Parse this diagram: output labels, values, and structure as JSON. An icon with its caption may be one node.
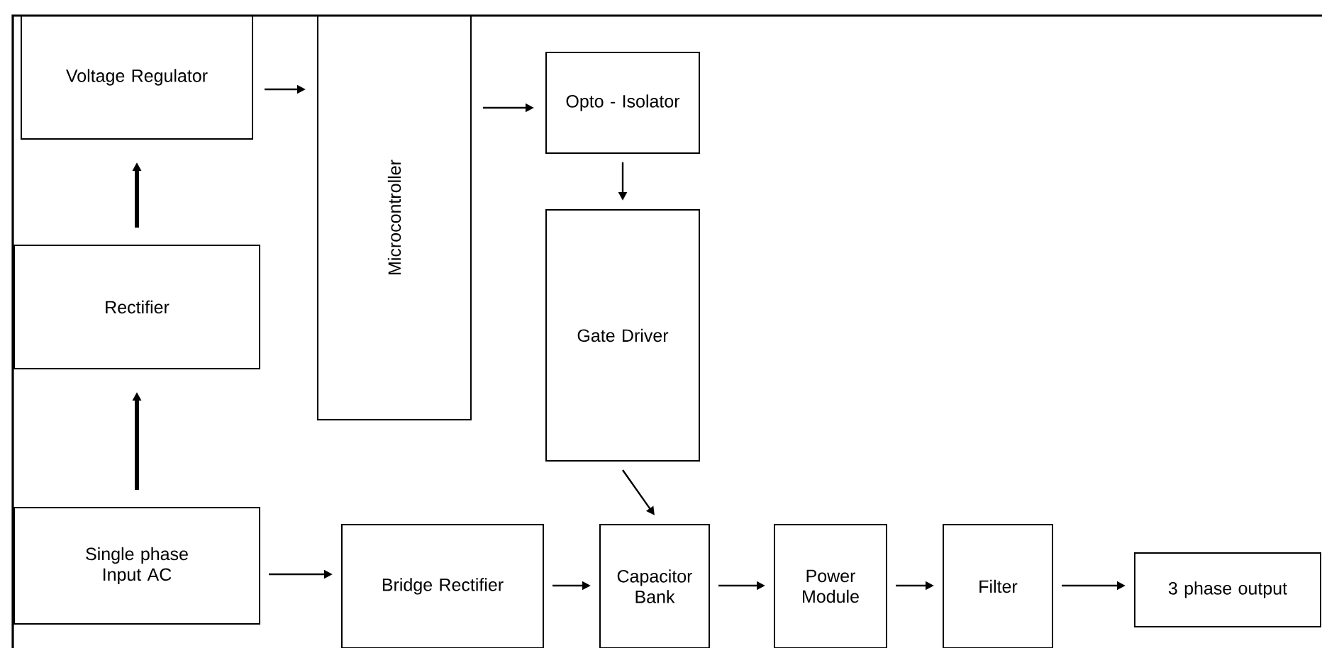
{
  "diagram": {
    "nodes": [
      {
        "text": [
          "Voltage Regulator"
        ]
      },
      {
        "text": [
          "Rectifier"
        ]
      },
      {
        "text": [
          "Microcontroller"
        ]
      },
      {
        "text": [
          "Opto - Isolator"
        ]
      },
      {
        "text": [
          "Gate Driver"
        ]
      },
      {
        "text": [
          "Single phase Input AC"
        ]
      },
      {
        "text": [
          "Bridge Rectifier"
        ]
      },
      {
        "text": [
          "Capacitor Bank"
        ]
      },
      {
        "text": [
          "Power Module"
        ]
      },
      {
        "text": [
          "Filter"
        ]
      },
      {
        "text": [
          "3 phase output"
        ]
      }
    ],
    "edges": [
      {
        "from": 5,
        "to": 1,
        "arrow": "to",
        "style": "thick"
      },
      {
        "from": 1,
        "to": 0,
        "arrow": "to",
        "style": "thick"
      },
      {
        "from": 0,
        "to": 2,
        "arrow": "to"
      },
      {
        "from": 2,
        "to": 3,
        "arrow": "to"
      },
      {
        "from": 3,
        "to": 4,
        "arrow": "to"
      },
      {
        "from": 4,
        "to": 7,
        "arrow": "to"
      },
      {
        "from": 5,
        "to": 6,
        "arrow": "to"
      },
      {
        "from": 6,
        "to": 7,
        "arrow": "to"
      },
      {
        "from": 7,
        "to": 8,
        "arrow": "to"
      },
      {
        "from": 8,
        "to": 9,
        "arrow": "to"
      },
      {
        "from": 9,
        "to": 10,
        "arrow": "to"
      }
    ]
  }
}
